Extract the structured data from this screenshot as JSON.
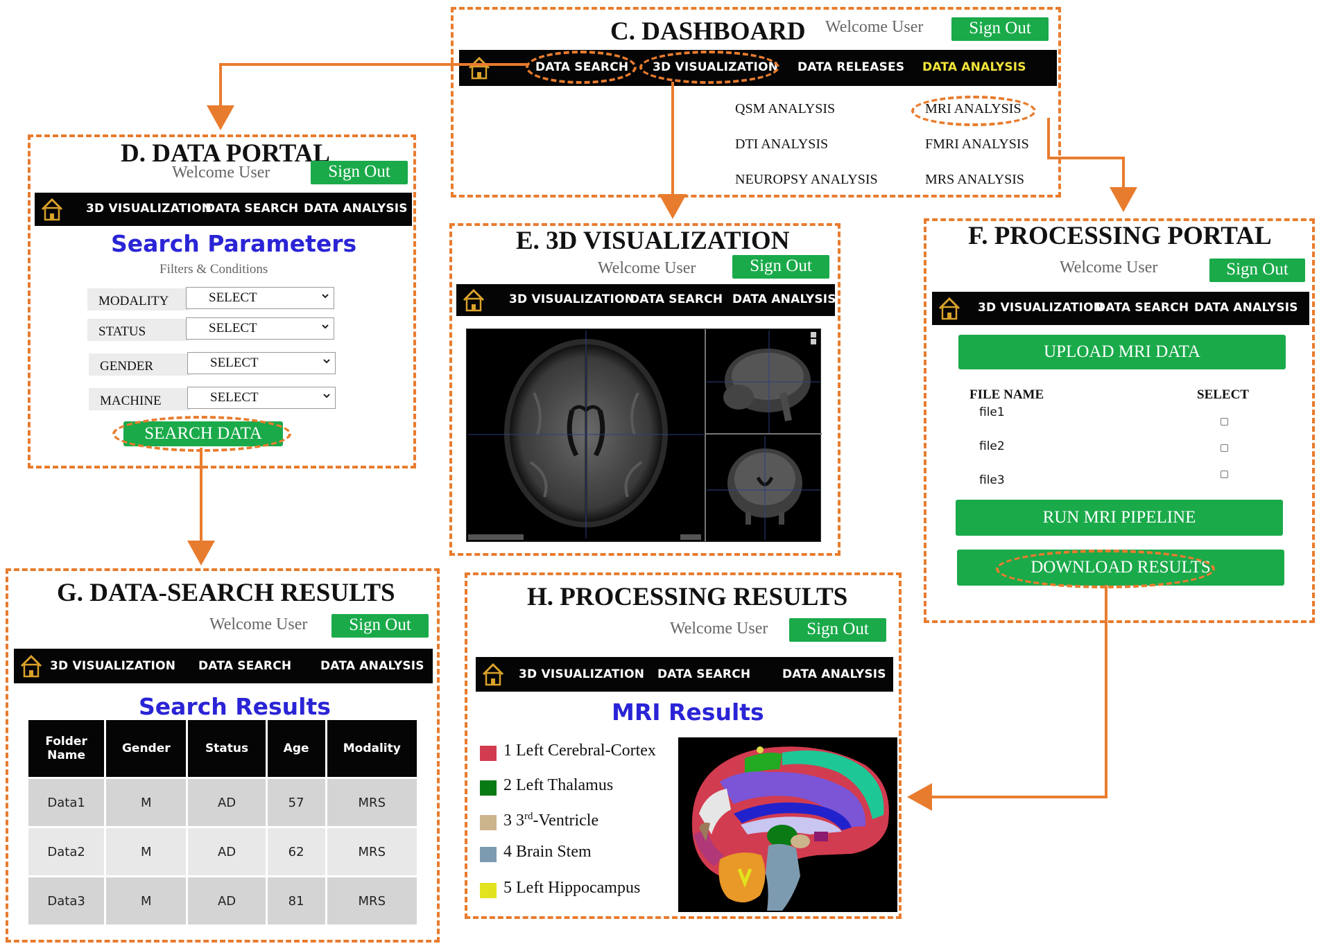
{
  "colors": {
    "accent_orange": "#e87c2e",
    "button_green": "#1aaa4a",
    "nav_black": "#050505",
    "nav_active_yellow": "#f3e53a",
    "heading_blue": "#2a24d6"
  },
  "common": {
    "welcome": "Welcome User",
    "sign_out": "Sign Out",
    "home_icon": "home-icon"
  },
  "dashboard": {
    "title": "C. DASHBOARD",
    "nav": [
      "DATA SEARCH",
      "3D VISUALIZATION",
      "DATA RELEASES",
      "DATA ANALYSIS"
    ],
    "submenu": {
      "left": [
        "QSM ANALYSIS",
        "DTI ANALYSIS",
        "NEUROPSY ANALYSIS"
      ],
      "right": [
        "MRI ANALYSIS",
        "FMRI ANALYSIS",
        "MRS ANALYSIS"
      ]
    }
  },
  "data_portal": {
    "title": "D. DATA PORTAL",
    "nav": [
      "3D VISUALIZATION",
      "DATA SEARCH",
      "DATA ANALYSIS"
    ],
    "heading": "Search Parameters",
    "subheading": "Filters & Conditions",
    "filters": [
      {
        "label": "MODALITY",
        "value": "SELECT"
      },
      {
        "label": "STATUS",
        "value": "SELECT"
      },
      {
        "label": "GENDER",
        "value": "SELECT"
      },
      {
        "label": "MACHINE",
        "value": "SELECT"
      }
    ],
    "search_button": "SEARCH DATA"
  },
  "visualization": {
    "title": "E. 3D VISUALIZATION",
    "nav": [
      "3D VISUALIZATION",
      "DATA SEARCH",
      "DATA ANALYSIS"
    ]
  },
  "processing_portal": {
    "title": "F. PROCESSING PORTAL",
    "nav": [
      "3D VISUALIZATION",
      "DATA SEARCH",
      "DATA ANALYSIS"
    ],
    "upload_button": "UPLOAD MRI DATA",
    "file_name_header": "FILE NAME",
    "select_header": "SELECT",
    "files": [
      "file1",
      "file2",
      "file3"
    ],
    "run_button": "RUN MRI PIPELINE",
    "download_button": "DOWNLOAD RESULTS"
  },
  "search_results": {
    "title": "G. DATA-SEARCH RESULTS",
    "nav": [
      "3D VISUALIZATION",
      "DATA SEARCH",
      "DATA ANALYSIS"
    ],
    "heading": "Search Results",
    "columns": [
      "Folder Name",
      "Gender",
      "Status",
      "Age",
      "Modality"
    ],
    "rows": [
      [
        "Data1",
        "M",
        "AD",
        "57",
        "MRS"
      ],
      [
        "Data2",
        "M",
        "AD",
        "62",
        "MRS"
      ],
      [
        "Data3",
        "M",
        "AD",
        "81",
        "MRS"
      ]
    ]
  },
  "processing_results": {
    "title": "H. PROCESSING RESULTS",
    "nav": [
      "3D VISUALIZATION",
      "DATA SEARCH",
      "DATA ANALYSIS"
    ],
    "heading": "MRI Results",
    "legend": [
      {
        "label": "1 Left Cerebral-Cortex",
        "color": "#d23c50"
      },
      {
        "label": "2 Left Thalamus",
        "color": "#0a7a14"
      },
      {
        "label": "3 3rd-Ventricle",
        "prefix": "3 3",
        "sup": "rd",
        "suffix": "-Ventricle",
        "color": "#ccb48c"
      },
      {
        "label": "4 Brain Stem",
        "color": "#7d9bb0"
      },
      {
        "label": "5 Left Hippocampus",
        "color": "#e2e31e"
      }
    ]
  }
}
